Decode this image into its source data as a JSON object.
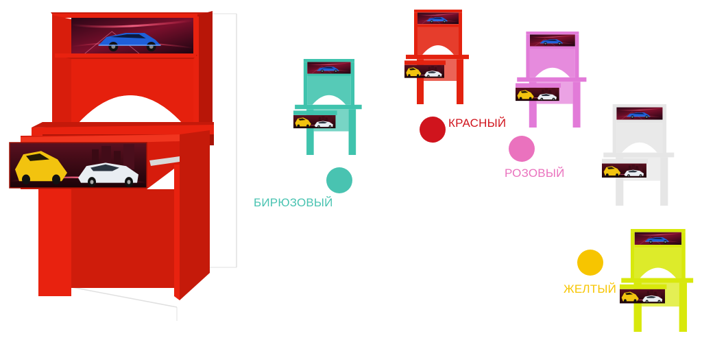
{
  "colors": {
    "turquoise": {
      "label": "БИРЮЗОВЫЙ",
      "hex": "#49c3b1"
    },
    "red": {
      "label": "КРАСНЫЙ",
      "hex": "#d0141d"
    },
    "pink": {
      "label": "РОЗОВЫЙ",
      "hex": "#ea72be"
    },
    "yellow": {
      "label": "ЖЕЛТЫЙ",
      "hex": "#f7c500"
    },
    "white": {
      "hex": "#ececec"
    }
  },
  "desk_colors": {
    "main": "#e8220f",
    "main_dark": "#b81608",
    "turquoise": "#3fc3ad",
    "red": "#e3220f",
    "pink": "#e27bd8",
    "white": "#e9e9e9",
    "yellow": "#d8e80c"
  },
  "images": {
    "car_panel_top": "blue-sports-car-print",
    "car_panel_drawer": "yellow-and-white-sports-cars-print"
  }
}
